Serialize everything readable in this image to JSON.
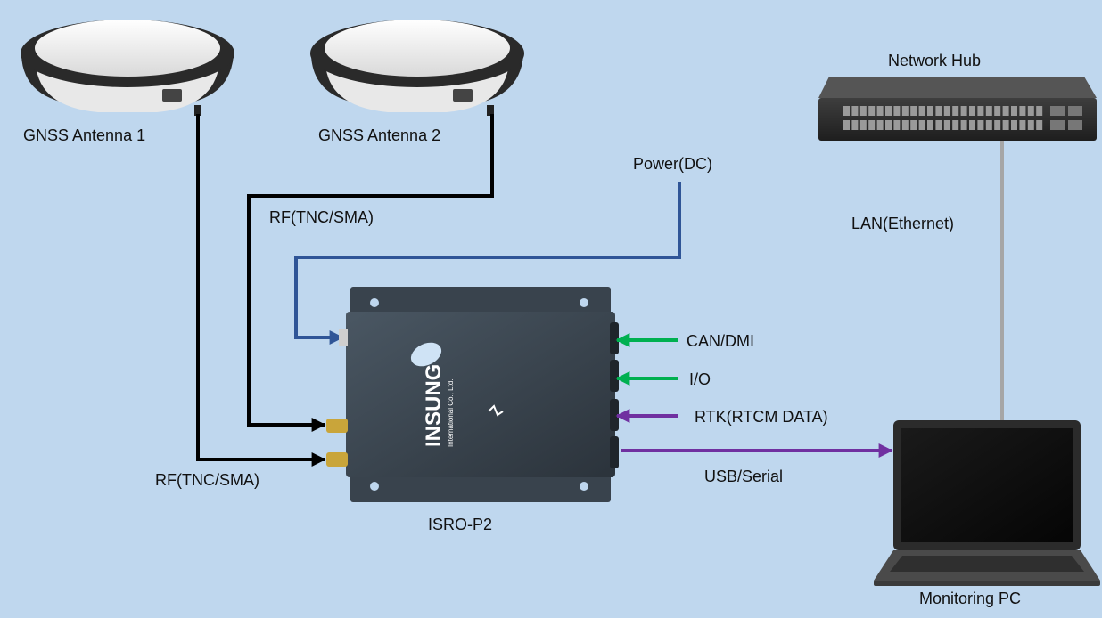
{
  "labels": {
    "antenna1": "GNSS Antenna 1",
    "antenna2": "GNSS Antenna 2",
    "network_hub": "Network Hub",
    "power": "Power(DC)",
    "rf_top": "RF(TNC/SMA)",
    "rf_bottom": "RF(TNC/SMA)",
    "lan": "LAN(Ethernet)",
    "can": "CAN/DMI",
    "io": "I/O",
    "rtk": "RTK(RTCM DATA)",
    "usb": "USB/Serial",
    "device": "ISRO-P2",
    "pc": "Monitoring PC"
  },
  "device_branding": {
    "brand": "INSUNG",
    "subtitle": "International Co., Ltd."
  },
  "colors": {
    "background": "#bfd7ee",
    "rf_cable": "#000000",
    "power_cable": "#2f5597",
    "input_arrow": "#00b050",
    "data_arrow": "#7030a0",
    "lan_cable": "#a6a6a6"
  }
}
